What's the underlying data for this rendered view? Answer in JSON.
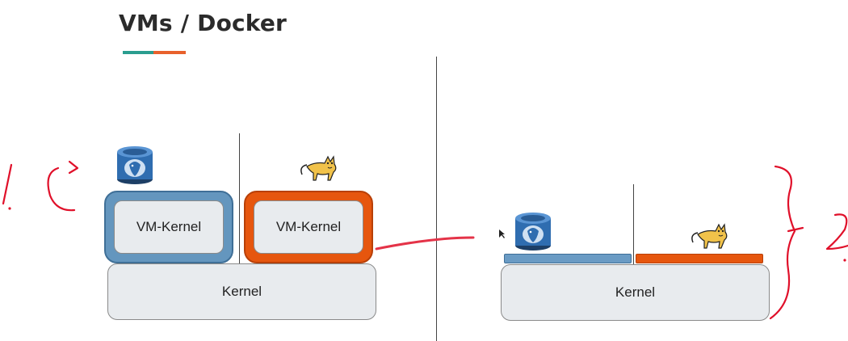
{
  "title": "VMs / Docker",
  "colors": {
    "accent_teal": "#2a9d8f",
    "accent_orange": "#e8612c",
    "vm_blue": "#6496be",
    "vm_orange": "#e6560e",
    "kernel_fill": "#e8ebee",
    "annotation_red": "#e0102a"
  },
  "left_diagram": {
    "vm1_label": "VM-Kernel",
    "vm2_label": "VM-Kernel",
    "kernel_label": "Kernel",
    "vm1_icon": "postgres-elephant-icon",
    "vm2_icon": "tomcat-cat-icon"
  },
  "right_diagram": {
    "kernel_label": "Kernel",
    "container1_icon": "postgres-elephant-icon",
    "container2_icon": "tomcat-cat-icon"
  },
  "annotations": {
    "left_mark": "1.",
    "right_mark": "2."
  }
}
